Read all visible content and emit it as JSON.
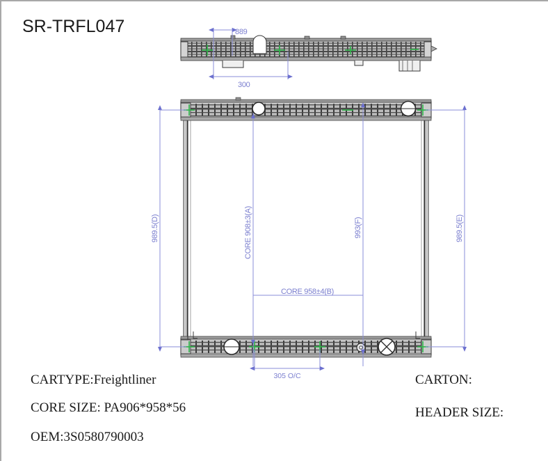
{
  "drawing": {
    "part_number": "SR-TRFL047",
    "specs_left": [
      "CARTYPE:Freightliner",
      "CORE SIZE: PA906*958*56",
      "OEM:3S0580790003"
    ],
    "specs_right": [
      "CARTON:",
      "HEADER SIZE:"
    ],
    "dimensions": {
      "top_view_offset": "889",
      "top_view_width": "300",
      "overall_height_left": "989.5(D)",
      "overall_height_right": "989.5(E)",
      "core_height": "CORE 908±3(A)",
      "inner_height": "993(F)",
      "core_width": "CORE  958±4(B)",
      "mount_spacing": "305 O/C"
    },
    "colors": {
      "dimension_line": "#8a8ed8",
      "dimension_text": "#7b7fcf",
      "outline": "#3a3a3a",
      "tank_fill": "#b9b9b9",
      "core_fill": "#ffffff",
      "marker_green": "#2fb54a",
      "page_border": "#a8a8a8"
    }
  }
}
